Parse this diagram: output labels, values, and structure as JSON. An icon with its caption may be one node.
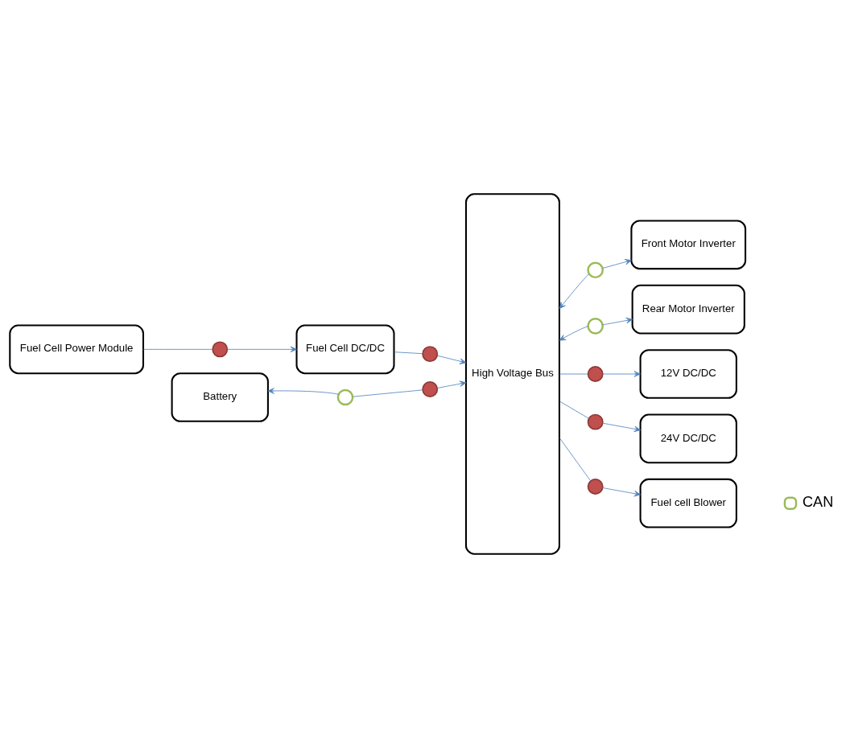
{
  "diagram": {
    "nodes": [
      {
        "text": [
          "Fuel Cell Power Module"
        ]
      },
      {
        "text": [
          "Fuel Cell DC/DC"
        ]
      },
      {
        "text": [
          "High Voltage Bus"
        ]
      },
      {
        "text": [
          "Front Motor Inverter"
        ]
      },
      {
        "text": [
          "Rear Motor Inverter"
        ]
      },
      {
        "text": [
          "Battery"
        ]
      },
      {
        "text": [
          "12V DC/DC"
        ]
      },
      {
        "text": [
          "24V DC/DC"
        ]
      },
      {
        "text": [
          "Fuel cell Blower"
        ]
      },
      {
        "text": [],
        "shape": "circle"
      },
      {
        "text": [],
        "shape": "circle"
      },
      {
        "text": [],
        "shape": "circle"
      },
      {
        "text": [],
        "shape": "circle"
      },
      {
        "text": [],
        "shape": "circle"
      },
      {
        "text": [],
        "shape": "circle"
      },
      {
        "text": [],
        "shape": "circle"
      },
      {
        "text": [],
        "shape": "circle"
      },
      {
        "text": [],
        "shape": "circle"
      }
    ],
    "edges": [
      {
        "from": 0,
        "to": 9,
        "arrow": "none"
      },
      {
        "from": 9,
        "to": 1,
        "arrow": "to"
      },
      {
        "from": 1,
        "to": 10,
        "arrow": "none"
      },
      {
        "from": 10,
        "to": 2,
        "arrow": "to"
      },
      {
        "from": 11,
        "to": 2,
        "arrow": "to"
      },
      {
        "from": 11,
        "to": 3,
        "arrow": "to"
      },
      {
        "from": 12,
        "to": 2,
        "arrow": "to"
      },
      {
        "from": 12,
        "to": 4,
        "arrow": "to"
      },
      {
        "from": 13,
        "to": 5,
        "arrow": "to"
      },
      {
        "from": 13,
        "to": 14,
        "arrow": "none"
      },
      {
        "from": 14,
        "to": 2,
        "arrow": "to"
      },
      {
        "from": 2,
        "to": 15,
        "arrow": "none"
      },
      {
        "from": 15,
        "to": 6,
        "arrow": "to"
      },
      {
        "from": 2,
        "to": 16,
        "arrow": "none"
      },
      {
        "from": 16,
        "to": 7,
        "arrow": "to"
      },
      {
        "from": 2,
        "to": 17,
        "arrow": "none"
      },
      {
        "from": 17,
        "to": 8,
        "arrow": "to"
      }
    ],
    "legend": [
      {
        "text": "CAN"
      }
    ]
  }
}
